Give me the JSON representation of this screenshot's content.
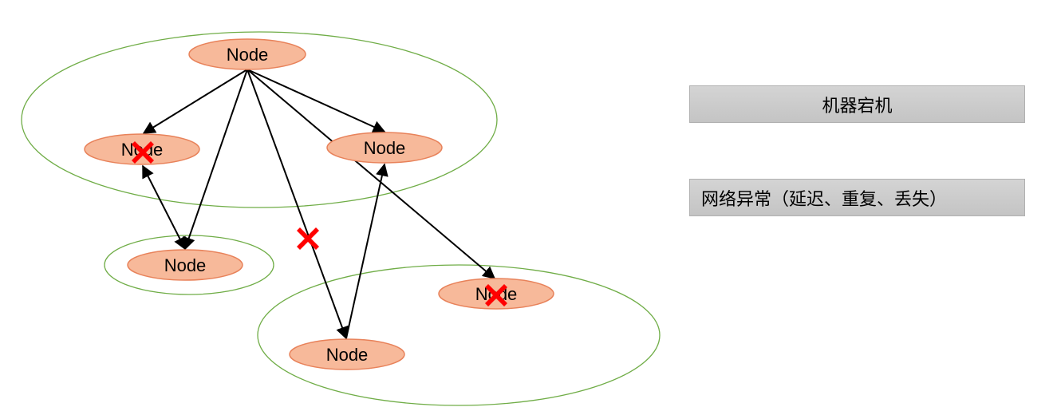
{
  "diagram": {
    "nodes": [
      {
        "id": "n-top",
        "label": "Node",
        "failed": false
      },
      {
        "id": "n-left",
        "label": "Node",
        "failed": true
      },
      {
        "id": "n-right",
        "label": "Node",
        "failed": false
      },
      {
        "id": "n-middle-left",
        "label": "Node",
        "failed": false
      },
      {
        "id": "n-bottom-right",
        "label": "Node",
        "failed": true
      },
      {
        "id": "n-bottom",
        "label": "Node",
        "failed": false
      }
    ],
    "colors": {
      "node_fill": "#f7b99a",
      "node_stroke": "#e8825a",
      "group_stroke": "#70ad47",
      "edge": "#000000",
      "fail_mark": "#ff0000"
    }
  },
  "legend": {
    "crash_label": "机器宕机",
    "network_label": "网络异常（延迟、重复、丢失）"
  }
}
